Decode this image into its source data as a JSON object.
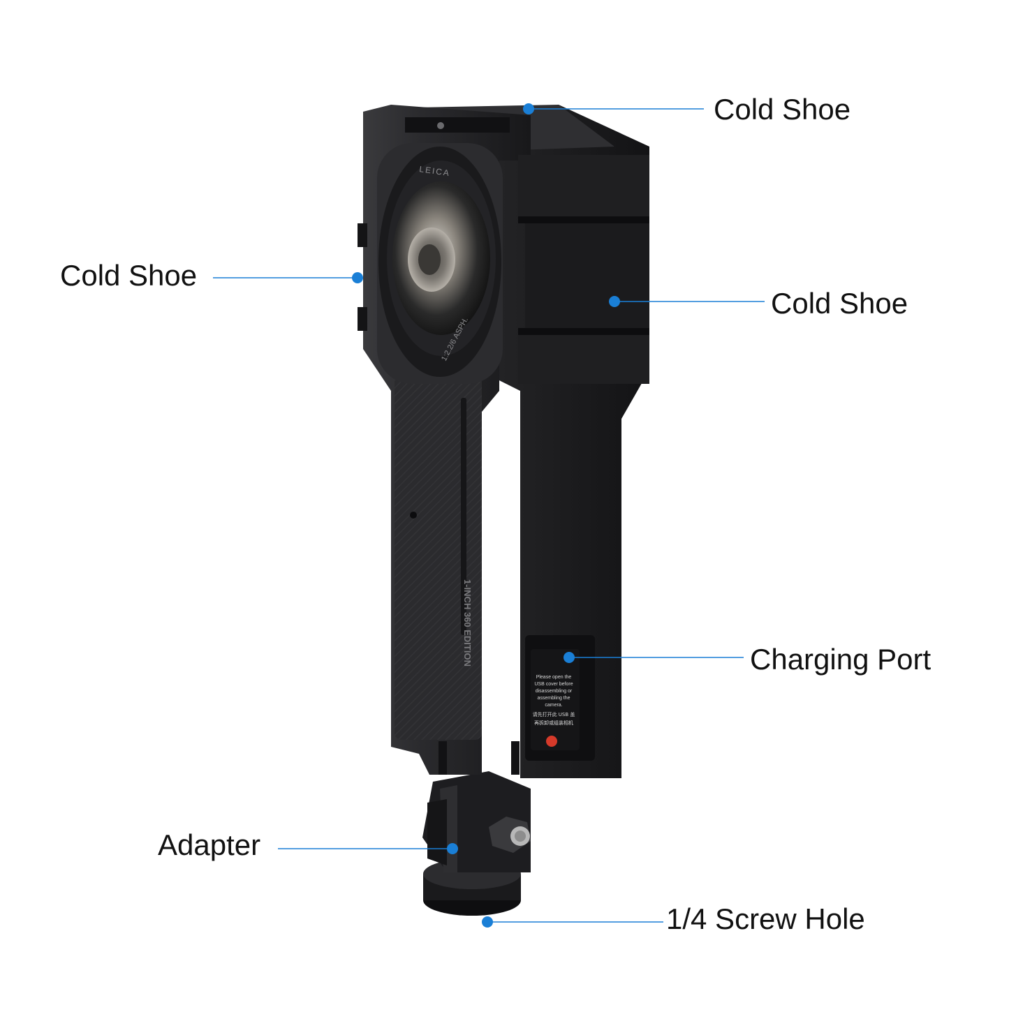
{
  "callouts": {
    "cold_shoe_top": "Cold Shoe",
    "cold_shoe_left": "Cold Shoe",
    "cold_shoe_right": "Cold Shoe",
    "charging_port": "Charging Port",
    "adapter": "Adapter",
    "screw_hole": "1/4 Screw Hole"
  },
  "device_text": {
    "lens_brand": "LEICA",
    "lens_spec": "1:2.2/6 ASPH.",
    "side_print": "1-INCH 360 EDITION",
    "usb_notice_en_1": "Please open the",
    "usb_notice_en_2": "USB cover before",
    "usb_notice_en_3": "disassembling or",
    "usb_notice_en_4": "assembling the",
    "usb_notice_en_5": "camera.",
    "usb_notice_cn_1": "请先打开此 USB 盖",
    "usb_notice_cn_2": "再拆卸或组装相机"
  },
  "colors": {
    "accent": "#1a7fd6",
    "cage": "#1c1c1e",
    "background": "#ffffff"
  }
}
